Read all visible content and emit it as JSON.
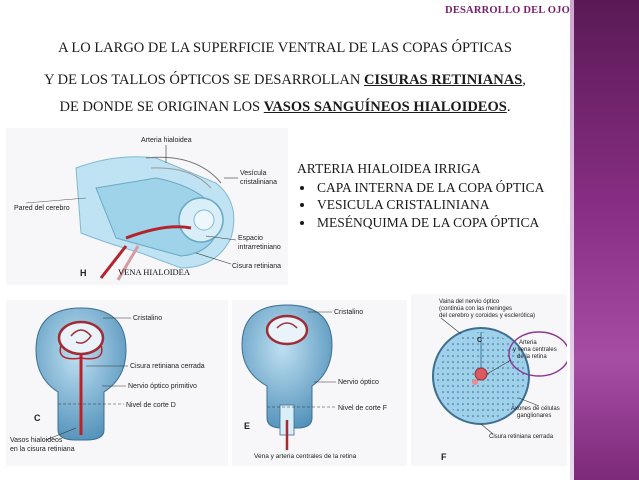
{
  "header": {
    "title": "DESARROLLO DEL OJO"
  },
  "intro": {
    "line1": "A LO LARGO DE LA SUPERFICIE  VENTRAL DE LAS COPAS ÓPTICAS",
    "line2_a": "Y DE LOS TALLOS ÓPTICOS SE DESARROLLAN ",
    "line2_b": "CISURAS RETINIANAS",
    "line2_c": ",",
    "line3_a": "DE DONDE SE ORIGINAN LOS ",
    "line3_b": "VASOS SANGUÍNEOS HIALOIDEOS",
    "line3_c": "."
  },
  "figure_h": {
    "letter": "H",
    "arteria": "Arteria hialoidea",
    "vesicula_1": "Vesícula",
    "vesicula_2": "cristaliniana",
    "pared": "Pared del cerebro",
    "espacio_1": "Espacio",
    "espacio_2": "intrarretiniano",
    "cisura": "Cisura retiniana",
    "vena": "VENA HIALOIDEA"
  },
  "list": {
    "title": "ARTERIA HIALOIDEA IRRIGA",
    "items": [
      "CAPA INTERNA DE LA COPA ÓPTICA",
      "VESICULA CRISTALINIANA",
      "MESÉNQUIMA DE LA COPA ÓPTICA"
    ]
  },
  "figure_c": {
    "letter": "C",
    "cristalino": "Cristalino",
    "cisura": "Cisura retiniana cerrada",
    "nervio": "Nervio óptico primitivo",
    "nivel": "Nivel de corte D",
    "vasos_1": "Vasos hialoideos",
    "vasos_2": "en la cisura retiniana"
  },
  "figure_e": {
    "letter": "E",
    "cristalino": "Cristalino",
    "nervio": "Nervio óptico",
    "nivel": "Nivel de corte F",
    "vena": "Vena y arteria centrales de la retina"
  },
  "figure_f": {
    "letter": "F",
    "vaina_1": "Vaina del nervio óptico",
    "vaina_2": "(continúa con las meninges",
    "vaina_3": "del cerebro y coroides y esclerótica)",
    "circle_letter": "C",
    "arteria_1": "Arteria",
    "arteria_2": "y vena centrales",
    "arteria_3": "de la retina",
    "axones_1": "Axones de células",
    "axones_2": "ganglionares",
    "cisura": "Cisura retiniana cerrada"
  }
}
